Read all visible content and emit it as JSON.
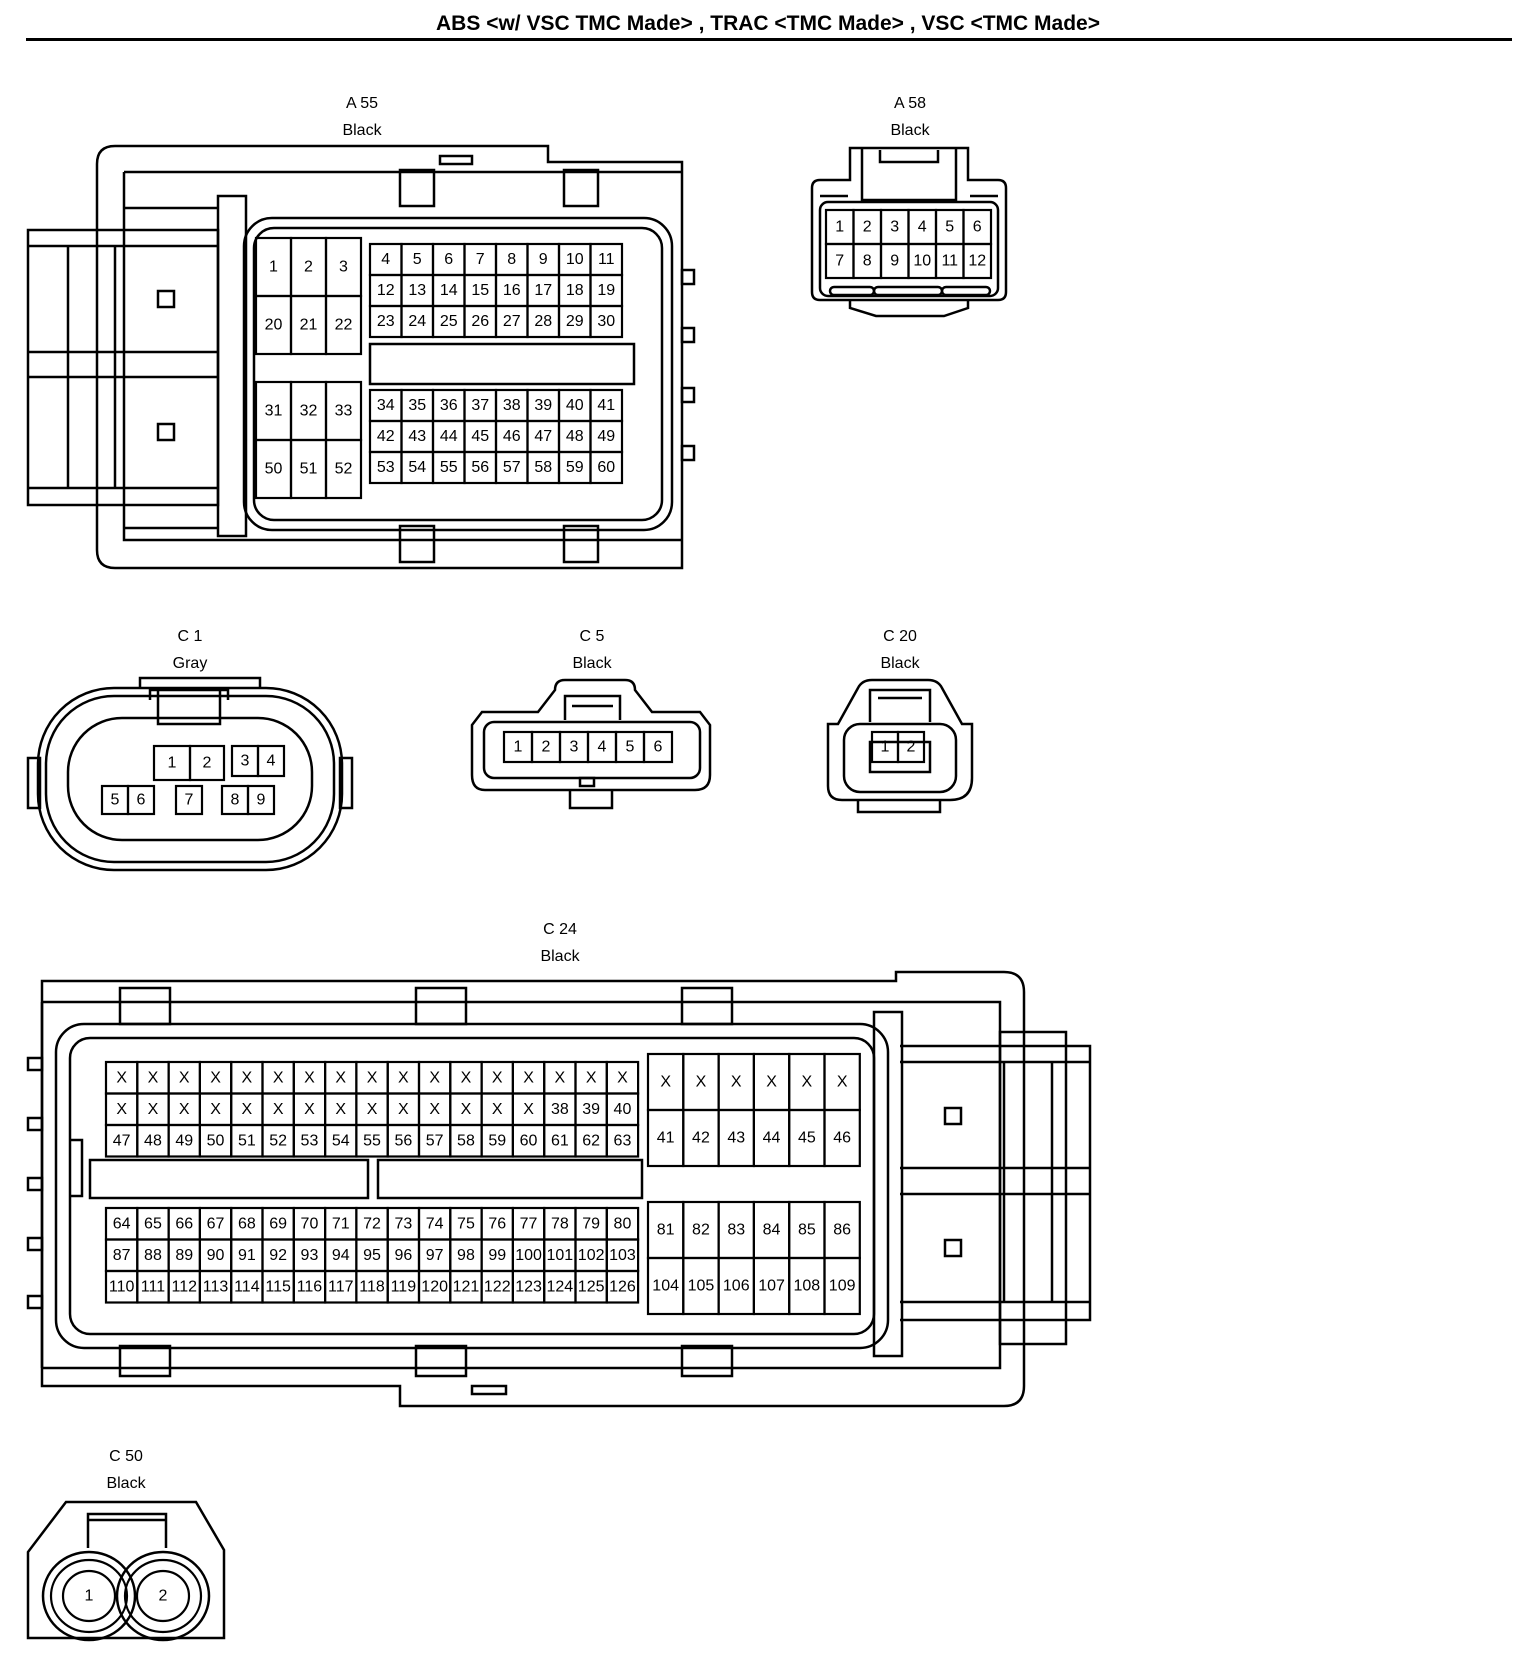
{
  "title": "ABS <w/ VSC TMC Made> , TRAC <TMC Made> , VSC <TMC Made>",
  "connectors": {
    "a55": {
      "name": "A 55",
      "color": "Black"
    },
    "a58": {
      "name": "A 58",
      "color": "Black"
    },
    "c1": {
      "name": "C 1",
      "color": "Gray"
    },
    "c5": {
      "name": "C 5",
      "color": "Black"
    },
    "c20": {
      "name": "C 20",
      "color": "Black"
    },
    "c24": {
      "name": "C 24",
      "color": "Black"
    },
    "c50": {
      "name": "C 50",
      "color": "Black"
    }
  },
  "pins": {
    "a55_left_top": [
      [
        "1",
        "2",
        "3"
      ],
      [
        "20",
        "21",
        "22"
      ]
    ],
    "a55_right_top": [
      [
        "4",
        "5",
        "6",
        "7",
        "8",
        "9",
        "10",
        "11"
      ],
      [
        "12",
        "13",
        "14",
        "15",
        "16",
        "17",
        "18",
        "19"
      ],
      [
        "23",
        "24",
        "25",
        "26",
        "27",
        "28",
        "29",
        "30"
      ]
    ],
    "a55_left_bot": [
      [
        "31",
        "32",
        "33"
      ],
      [
        "50",
        "51",
        "52"
      ]
    ],
    "a55_right_bot": [
      [
        "34",
        "35",
        "36",
        "37",
        "38",
        "39",
        "40",
        "41"
      ],
      [
        "42",
        "43",
        "44",
        "45",
        "46",
        "47",
        "48",
        "49"
      ],
      [
        "53",
        "54",
        "55",
        "56",
        "57",
        "58",
        "59",
        "60"
      ]
    ],
    "a58": [
      [
        "1",
        "2",
        "3",
        "4",
        "5",
        "6"
      ],
      [
        "7",
        "8",
        "9",
        "10",
        "11",
        "12"
      ]
    ],
    "c1_row1": [
      "1",
      "2",
      "3",
      "4"
    ],
    "c1_row2": [
      "5",
      "6",
      "7",
      "8",
      "9"
    ],
    "c5": [
      "1",
      "2",
      "3",
      "4",
      "5",
      "6"
    ],
    "c20": [
      "1",
      "2"
    ],
    "c24_top_left": [
      [
        "X",
        "X",
        "X",
        "X",
        "X",
        "X",
        "X",
        "X",
        "X",
        "X",
        "X",
        "X",
        "X",
        "X",
        "X",
        "X",
        "X"
      ],
      [
        "X",
        "X",
        "X",
        "X",
        "X",
        "X",
        "X",
        "X",
        "X",
        "X",
        "X",
        "X",
        "X",
        "X",
        "38",
        "39",
        "40"
      ],
      [
        "47",
        "48",
        "49",
        "50",
        "51",
        "52",
        "53",
        "54",
        "55",
        "56",
        "57",
        "58",
        "59",
        "60",
        "61",
        "62",
        "63"
      ]
    ],
    "c24_top_right": [
      [
        "X",
        "X",
        "X",
        "X",
        "X",
        "X"
      ],
      [
        "41",
        "42",
        "43",
        "44",
        "45",
        "46"
      ]
    ],
    "c24_bot_left": [
      [
        "64",
        "65",
        "66",
        "67",
        "68",
        "69",
        "70",
        "71",
        "72",
        "73",
        "74",
        "75",
        "76",
        "77",
        "78",
        "79",
        "80"
      ],
      [
        "87",
        "88",
        "89",
        "90",
        "91",
        "92",
        "93",
        "94",
        "95",
        "96",
        "97",
        "98",
        "99",
        "100",
        "101",
        "102",
        "103"
      ],
      [
        "110",
        "111",
        "112",
        "113",
        "114",
        "115",
        "116",
        "117",
        "118",
        "119",
        "120",
        "121",
        "122",
        "123",
        "124",
        "125",
        "126"
      ]
    ],
    "c24_bot_right": [
      [
        "81",
        "82",
        "83",
        "84",
        "85",
        "86"
      ],
      [
        "104",
        "105",
        "106",
        "107",
        "108",
        "109"
      ]
    ],
    "c50": [
      "1",
      "2"
    ]
  }
}
